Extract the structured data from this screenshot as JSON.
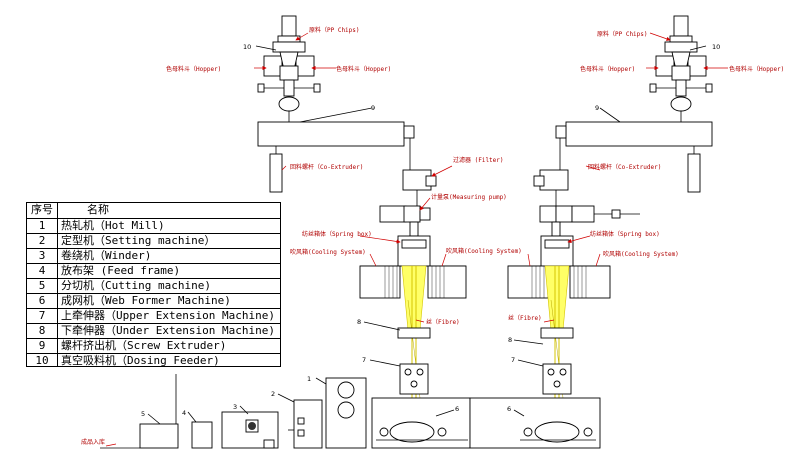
{
  "legend": {
    "header": {
      "no": "序号",
      "name": "名称"
    },
    "rows": [
      {
        "no": "1",
        "name": "热轧机（Hot Mill)"
      },
      {
        "no": "2",
        "name": "定型机（Setting machine）"
      },
      {
        "no": "3",
        "name": "卷绕机（Winder)"
      },
      {
        "no": "4",
        "name": "放布架 (Feed frame)"
      },
      {
        "no": "5",
        "name": "分切机（Cutting machine)"
      },
      {
        "no": "6",
        "name": "成网机（Web Former Machine)"
      },
      {
        "no": "7",
        "name": "上牵伸器（Upper Extension Machine)"
      },
      {
        "no": "8",
        "name": "下牵伸器（Under Extension Machine)"
      },
      {
        "no": "9",
        "name": "螺杆挤出机（Screw Extruder)"
      },
      {
        "no": "10",
        "name": "真空吸料机（Dosing Feeder)"
      }
    ]
  },
  "labels": {
    "pp_chips_left": "原料（PP Chips)",
    "pp_chips_right": "原料（PP Chips)",
    "hopper_ll": "色母料斗（Hopper)",
    "hopper_lr": "色母料斗（Hopper)",
    "hopper_rl": "色母料斗（Hopper)",
    "hopper_rr": "色母料斗（Hopper)",
    "co_extruder_left": "回料螺杆（Co-Extruder)",
    "co_extruder_right": "回料螺杆（Co-Extruder)",
    "filter": "过滤器 (Filter)",
    "measuring_pump": "计量泵(Measuring pump)",
    "spring_box_left": "纺丝箱体（Spring box)",
    "spring_box_right": "纺丝箱体（Spring box)",
    "cooling_ll": "吹风箱(Cooling System)",
    "cooling_lr": "吹风箱(Cooling System)",
    "cooling_rr": "吹风箱(Cooling System)",
    "fibre_left": "丝（Fibre)",
    "fibre_right": "丝（Fibre)",
    "product_out": "成品入库",
    "n1": "1",
    "n2": "2",
    "n3": "3",
    "n4": "4",
    "n5": "5",
    "n6a": "6",
    "n6b": "6",
    "n7a": "7",
    "n7b": "7",
    "n8a": "8",
    "n8b": "8",
    "n9a": "9",
    "n9b": "9",
    "n10a": "10",
    "n10b": "10"
  }
}
